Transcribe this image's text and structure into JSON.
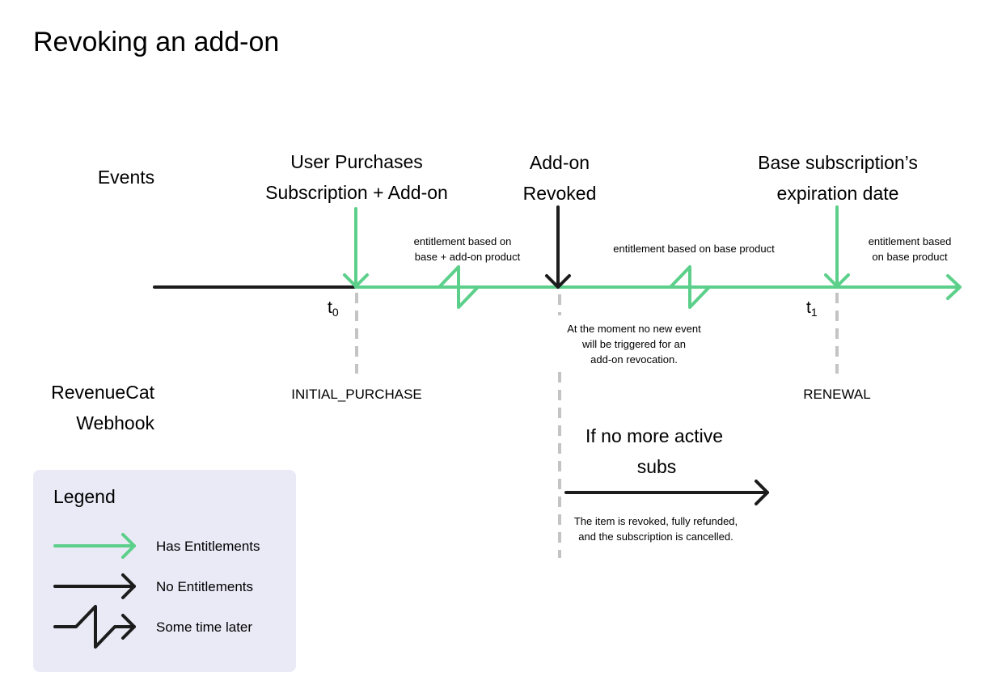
{
  "title": "Revoking an add-on",
  "rows": {
    "events": "Events",
    "webhook_line1": "RevenueCat",
    "webhook_line2": "Webhook"
  },
  "milestones": [
    {
      "label_lines": [
        "User Purchases",
        "Subscription + Add-on"
      ],
      "tick_main": "t",
      "tick_sub": "0",
      "webhook_event": "INITIAL_PURCHASE"
    },
    {
      "label_lines": [
        "Add-on",
        "Revoked"
      ],
      "note_lines": [
        "At the moment no new event",
        "will be triggered for an",
        "add-on revocation."
      ]
    },
    {
      "label_lines": [
        "Base subscription’s",
        "expiration date"
      ],
      "tick_main": "t",
      "tick_sub": "1",
      "webhook_event": "RENEWAL"
    }
  ],
  "segments": [
    {
      "lines": [
        "entitlement based on",
        "base + add-on product"
      ]
    },
    {
      "lines": [
        "entitlement based on base product"
      ]
    },
    {
      "lines": [
        "entitlement based",
        "on base product"
      ]
    }
  ],
  "branch": {
    "label_lines": [
      "If no more active",
      "subs"
    ],
    "note_lines": [
      "The item is revoked, fully refunded,",
      "and the subscription is cancelled."
    ]
  },
  "legend": {
    "title": "Legend",
    "items": [
      {
        "label": "Has Entitlements",
        "style": "green-arrow"
      },
      {
        "label": "No Entitlements",
        "style": "black-arrow"
      },
      {
        "label": "Some time later",
        "style": "break-arrow"
      }
    ]
  },
  "colors": {
    "entitled": "#5cd08a",
    "not_entitled": "#1c1c1c",
    "dashed": "#c4c4c4",
    "legend_bg": "#eae9f6"
  }
}
